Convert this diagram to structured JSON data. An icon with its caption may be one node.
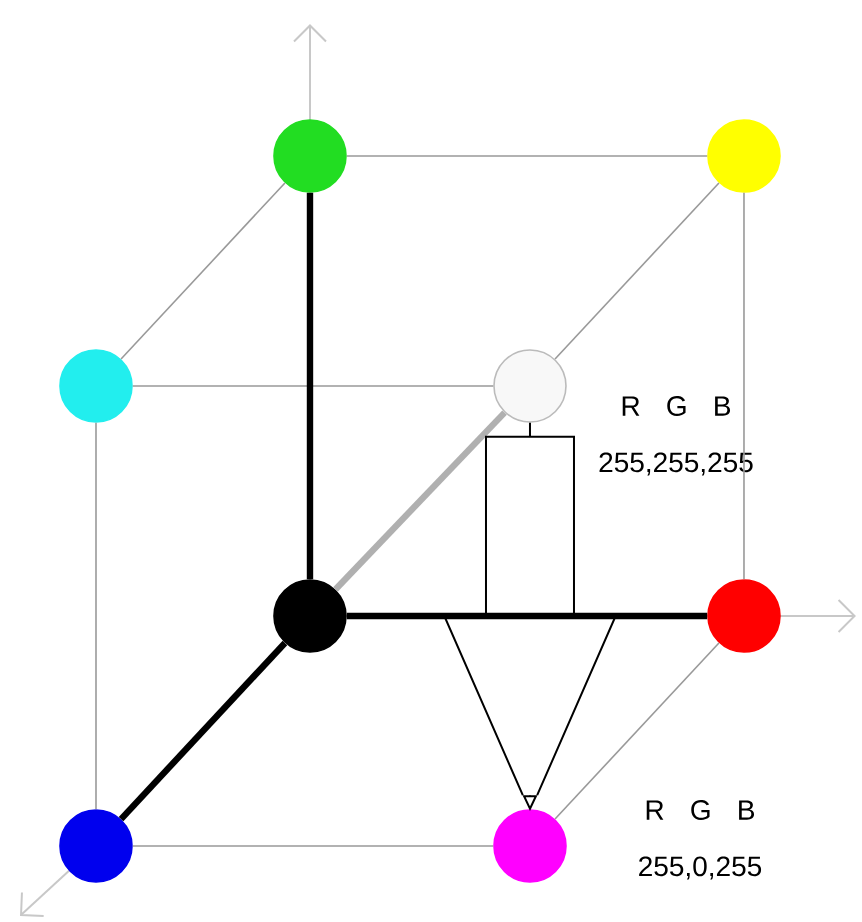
{
  "diagram": {
    "nodes": [
      {
        "text": [],
        "shape": "circle"
      },
      {
        "text": [],
        "shape": "circle"
      },
      {
        "text": [],
        "shape": "circle"
      },
      {
        "text": [],
        "shape": "circle",
        "beside": [
          "R G B",
          "255,255,255"
        ]
      },
      {
        "text": [],
        "shape": "circle"
      },
      {
        "text": [],
        "shape": "circle"
      },
      {
        "text": [],
        "shape": "circle"
      },
      {
        "text": [],
        "shape": "circle",
        "beside": [
          "R G B",
          "255,0,255"
        ]
      }
    ],
    "edges": [
      {
        "from": 0,
        "to": 1,
        "arrow": "none"
      },
      {
        "from": 0,
        "to": 2,
        "arrow": "none"
      },
      {
        "from": 1,
        "to": 3,
        "arrow": "none"
      },
      {
        "from": 1,
        "to": 5,
        "arrow": "none"
      },
      {
        "from": 2,
        "to": 3,
        "arrow": "none"
      },
      {
        "from": 2,
        "to": 6,
        "arrow": "none"
      },
      {
        "from": 5,
        "to": 7,
        "arrow": "none"
      },
      {
        "from": 6,
        "to": 7,
        "arrow": "none"
      },
      {
        "from": 4,
        "to": 0,
        "arrow": "none",
        "style": "thick",
        "color": "#000000"
      },
      {
        "from": 4,
        "to": 5,
        "arrow": "none",
        "style": "thick",
        "color": "#000000"
      },
      {
        "from": 4,
        "to": 6,
        "arrow": "none",
        "style": "thick",
        "color": "#000000"
      },
      {
        "from": 4,
        "to": 3,
        "arrow": "none",
        "style": "thick",
        "color": "#b0b0b0"
      },
      {
        "from": 3,
        "to": 7,
        "arrow": "to",
        "color": "#000000"
      }
    ]
  }
}
